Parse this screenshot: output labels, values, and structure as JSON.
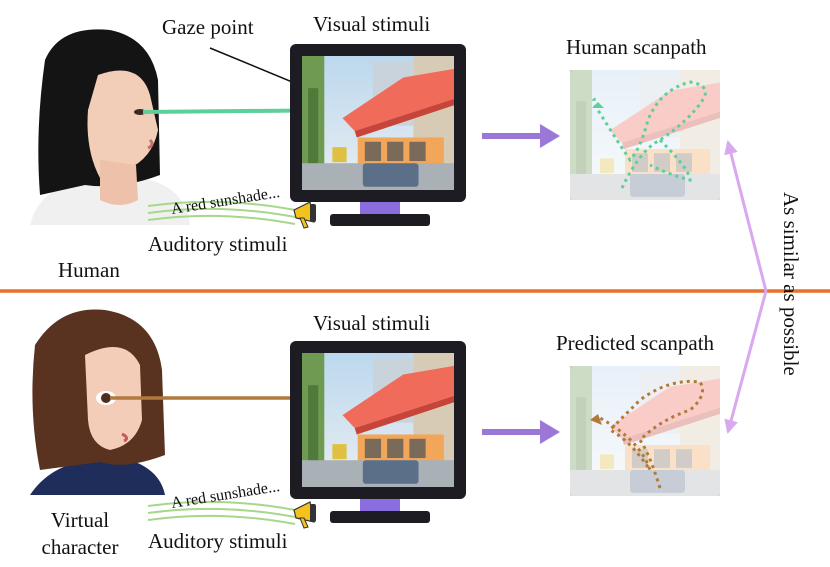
{
  "top": {
    "gaze_label": "Gaze point",
    "visual_label": "Visual stimuli",
    "scanpath_label": "Human scanpath",
    "auditory_label": "Auditory stimuli",
    "audio_caption": "A red sunshade...",
    "subject_label": "Human"
  },
  "bottom": {
    "visual_label": "Visual stimuli",
    "scanpath_label": "Predicted scanpath",
    "auditory_label": "Auditory stimuli",
    "audio_caption": "A red sunshade...",
    "subject_label_line1": "Virtual",
    "subject_label_line2": "character"
  },
  "comparison_label": "As similar as possible",
  "colors": {
    "divider": "#e8722a",
    "human_gaze": "#5ccf9a",
    "virtual_gaze": "#b07a3c",
    "process_arrow": "#9b78d8",
    "similarity_arrow": "#d9a8ee",
    "monitor_frame": "#1c1c22",
    "monitor_stand": "#8a6ee0",
    "awning": "#f06b5a"
  },
  "icons": [
    "human-portrait-icon",
    "virtual-character-icon",
    "monitor-icon",
    "megaphone-icon",
    "scanpath-thumbnail-icon"
  ]
}
